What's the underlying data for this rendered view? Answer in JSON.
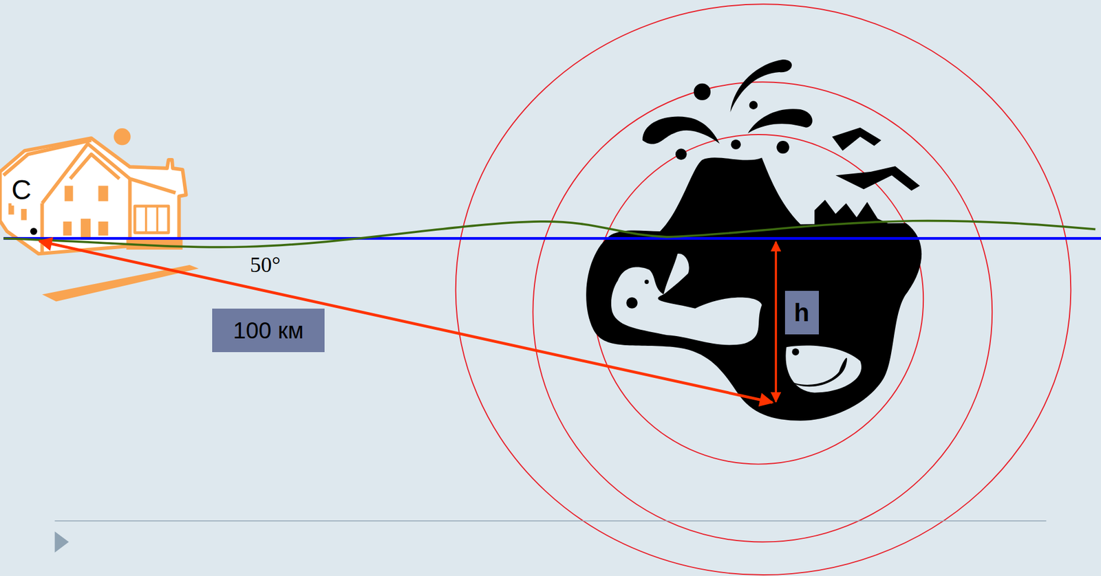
{
  "diagram": {
    "nodes": [
      {
        "text": [
          "100 км"
        ]
      },
      {
        "text": [
          "h"
        ]
      }
    ],
    "labels": [
      "C",
      "50°"
    ]
  }
}
